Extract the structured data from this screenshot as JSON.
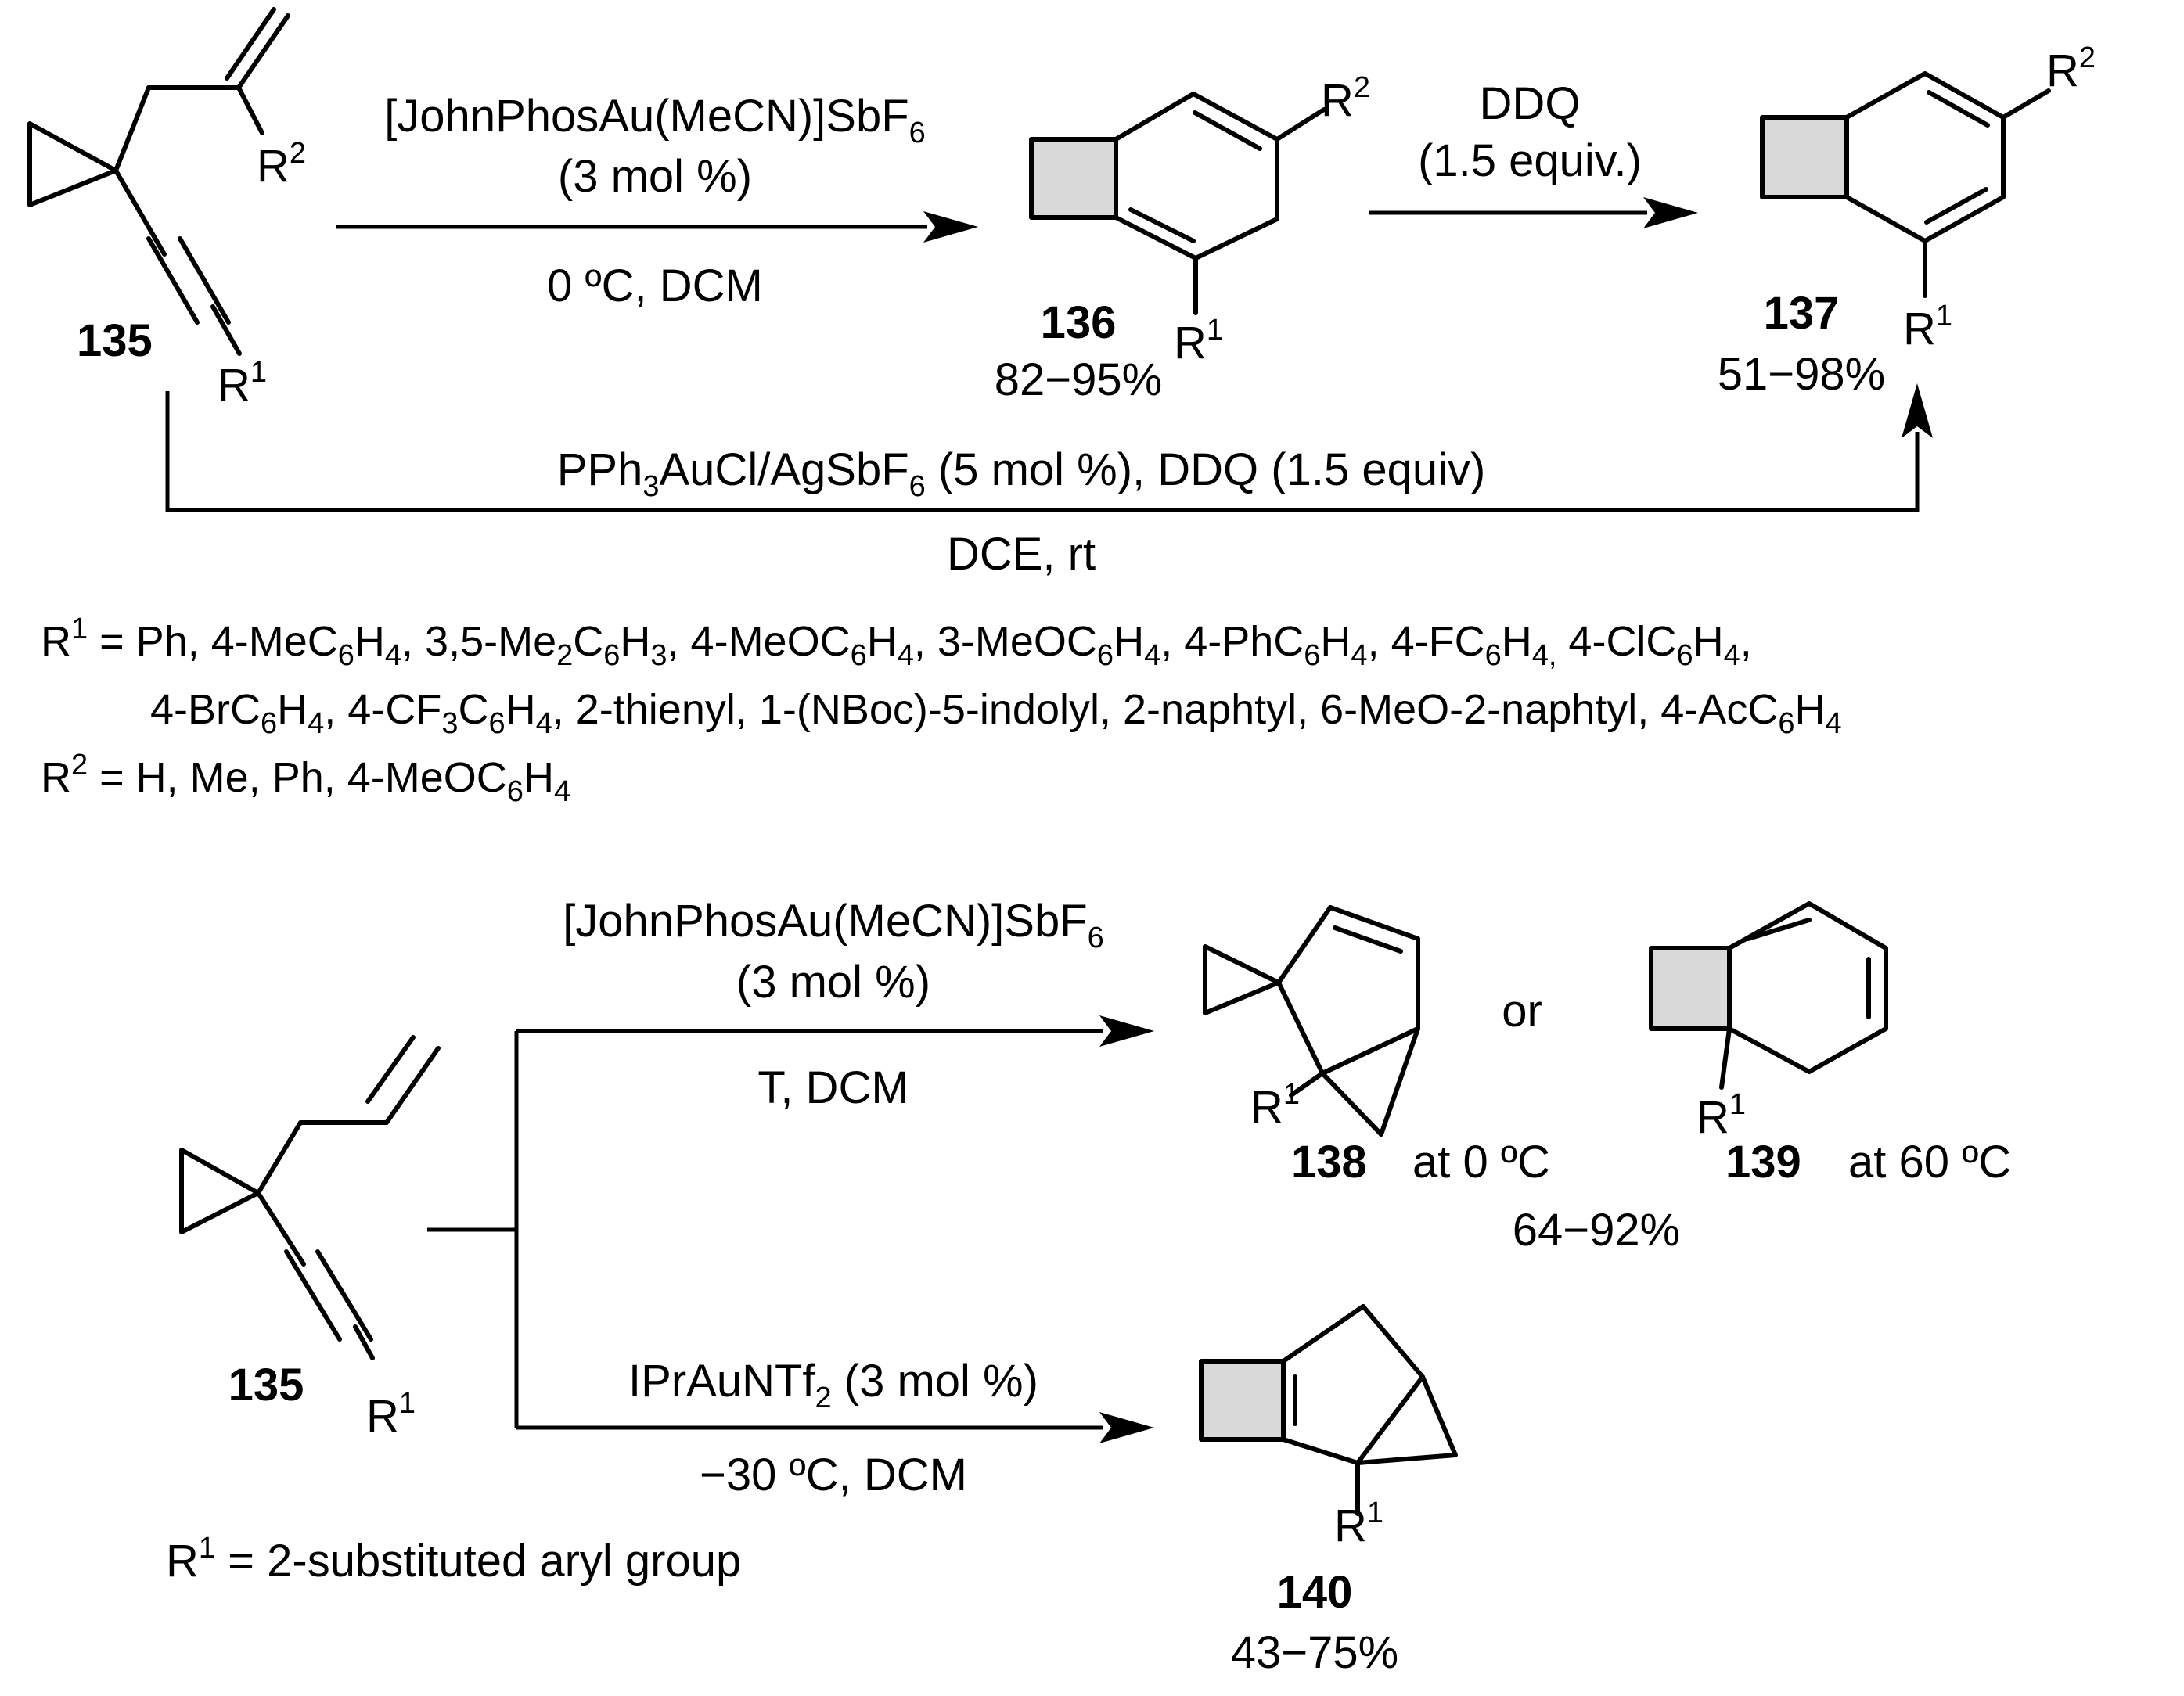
{
  "top": {
    "cpd135_label": "135",
    "r2_label": "R",
    "r2_sup": "2",
    "r1_label": "R",
    "r1_sup": "1",
    "step1_reagent_a": "[JohnPhosAu(MeCN)]SbF",
    "step1_reagent_a_sub": "6",
    "step1_reagent_b": "(3 mol %)",
    "step1_conditions": "0 ºC, DCM",
    "cpd136_label": "136",
    "cpd136_yield": "82−95%",
    "step2_reagent_a": "DDQ",
    "step2_reagent_b": "(1.5 equiv.)",
    "cpd137_label": "137",
    "cpd137_yield": "51−98%",
    "direct_reagent_pre": "PPh",
    "direct_reagent_sub1": "3",
    "direct_reagent_mid": "AuCl/AgSbF",
    "direct_reagent_sub2": "6",
    "direct_reagent_post": " (5 mol %), DDQ (1.5 equiv)",
    "direct_conditions": "DCE, rt"
  },
  "substituents": {
    "r1_line1": [
      {
        "t": "R"
      },
      {
        "t": "1",
        "s": "sup"
      },
      {
        "t": " = Ph, 4-MeC"
      },
      {
        "t": "6",
        "s": "sub"
      },
      {
        "t": "H"
      },
      {
        "t": "4",
        "s": "sub"
      },
      {
        "t": ", 3,5-Me"
      },
      {
        "t": "2",
        "s": "sub"
      },
      {
        "t": "C"
      },
      {
        "t": "6",
        "s": "sub"
      },
      {
        "t": "H"
      },
      {
        "t": "3",
        "s": "sub"
      },
      {
        "t": ", 4-MeOC"
      },
      {
        "t": "6",
        "s": "sub"
      },
      {
        "t": "H"
      },
      {
        "t": "4",
        "s": "sub"
      },
      {
        "t": ", 3-MeOC"
      },
      {
        "t": "6",
        "s": "sub"
      },
      {
        "t": "H"
      },
      {
        "t": "4",
        "s": "sub"
      },
      {
        "t": ", 4-PhC"
      },
      {
        "t": "6",
        "s": "sub"
      },
      {
        "t": "H"
      },
      {
        "t": "4",
        "s": "sub"
      },
      {
        "t": ", 4-FC"
      },
      {
        "t": "6",
        "s": "sub"
      },
      {
        "t": "H"
      },
      {
        "t": "4,",
        "s": "sub"
      },
      {
        "t": " 4-ClC"
      },
      {
        "t": "6",
        "s": "sub"
      },
      {
        "t": "H"
      },
      {
        "t": "4",
        "s": "sub"
      },
      {
        "t": ","
      }
    ],
    "r1_line2": [
      {
        "t": "4-BrC"
      },
      {
        "t": "6",
        "s": "sub"
      },
      {
        "t": "H"
      },
      {
        "t": "4",
        "s": "sub"
      },
      {
        "t": ", 4-CF"
      },
      {
        "t": "3",
        "s": "sub"
      },
      {
        "t": "C"
      },
      {
        "t": "6",
        "s": "sub"
      },
      {
        "t": "H"
      },
      {
        "t": "4",
        "s": "sub"
      },
      {
        "t": ", 2-thienyl, 1-(NBoc)-5-indolyl, 2-naphtyl, 6-MeO-2-naphtyl, 4-AcC"
      },
      {
        "t": "6",
        "s": "sub"
      },
      {
        "t": "H"
      },
      {
        "t": "4",
        "s": "sub"
      }
    ],
    "r2_line": [
      {
        "t": "R"
      },
      {
        "t": "2",
        "s": "sup"
      },
      {
        "t": " = H, Me, Ph, 4-MeOC"
      },
      {
        "t": "6",
        "s": "sub"
      },
      {
        "t": "H"
      },
      {
        "t": "4",
        "s": "sub"
      }
    ]
  },
  "bottom": {
    "cpd135_label": "135",
    "r1_label": "R",
    "r1_sup": "1",
    "upper_reagent_a": "[JohnPhosAu(MeCN)]SbF",
    "upper_reagent_a_sub": "6",
    "upper_reagent_b": "(3 mol %)",
    "upper_conditions": "T, DCM",
    "or_text": "or",
    "cpd138_label": "138",
    "cpd138_temp": "at 0 ºC",
    "cpd139_label": "139",
    "cpd139_temp": "at 60 ºC",
    "yield_138_139": "64−92%",
    "lower_reagent_pre": "IPrAuNTf",
    "lower_reagent_sub": "2",
    "lower_reagent_post": " (3 mol %)",
    "lower_conditions": "−30 ºC, DCM",
    "cpd140_label": "140",
    "cpd140_yield": "43−75%",
    "note": "R",
    "note_sup": "1",
    "note_post": " = 2-substituted aryl group"
  }
}
